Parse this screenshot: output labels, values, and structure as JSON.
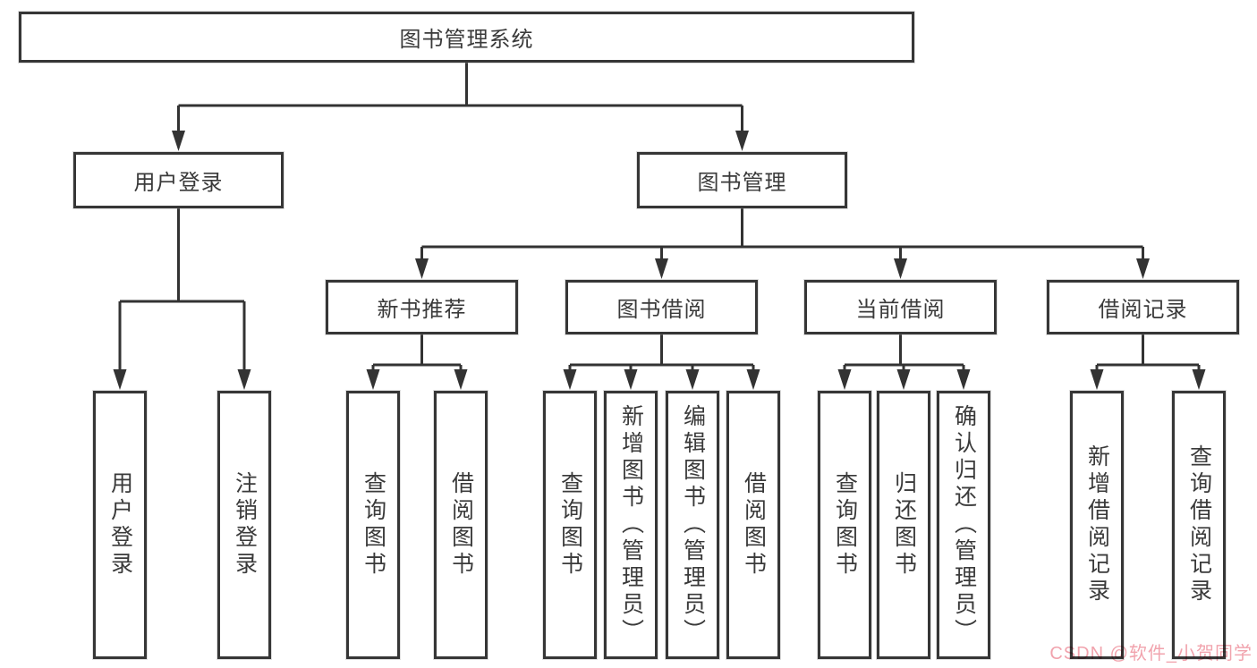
{
  "diagram": {
    "title": "图书管理系统",
    "watermark": "CSDN @软件_小贺同学",
    "colors": {
      "line": "#333333",
      "box_border": "#363636",
      "box_background": "#ffffff",
      "text": "#3a3a3a",
      "watermark": "#f1a3ad"
    },
    "tree": {
      "root": {
        "label": "图书管理系统"
      },
      "branches": [
        {
          "label": "用户登录",
          "children": [
            {
              "label": "用户登录"
            },
            {
              "label": "注销登录"
            }
          ]
        },
        {
          "label": "图书管理",
          "children": [
            {
              "label": "新书推荐",
              "children": [
                {
                  "label": "查询图书"
                },
                {
                  "label": "借阅图书"
                }
              ]
            },
            {
              "label": "图书借阅",
              "children": [
                {
                  "label": "查询图书"
                },
                {
                  "label": "新增图书（管理员）"
                },
                {
                  "label": "编辑图书（管理员）"
                },
                {
                  "label": "借阅图书"
                }
              ]
            },
            {
              "label": "当前借阅",
              "children": [
                {
                  "label": "查询图书"
                },
                {
                  "label": "归还图书"
                },
                {
                  "label": "确认归还（管理员）"
                }
              ]
            },
            {
              "label": "借阅记录",
              "children": [
                {
                  "label": "新增借阅记录"
                },
                {
                  "label": "查询借阅记录"
                }
              ]
            }
          ]
        }
      ]
    }
  }
}
